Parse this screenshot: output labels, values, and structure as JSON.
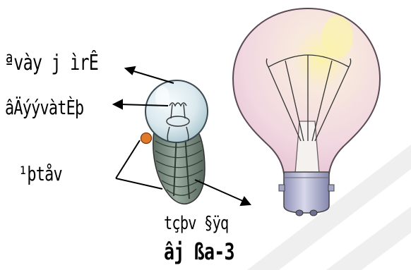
{
  "labels": {
    "label_1": "ªvày j ìrÊ",
    "label_2": "âÄýývàtÈþ",
    "label_3": "¹þtåv",
    "label_4": "tçþv §ÿq"
  },
  "caption": "âj ßa-3",
  "colors": {
    "small_bulb_glass": "#dbe9ee",
    "small_bulb_base": "#7f9186",
    "contact_tip": "#e07a2a",
    "large_bulb_glass": "#f3dbe3",
    "large_bulb_glow": "#fbf3a9",
    "large_bulb_cap": "#b8b9d6",
    "watermark": "#e9e9e9"
  }
}
